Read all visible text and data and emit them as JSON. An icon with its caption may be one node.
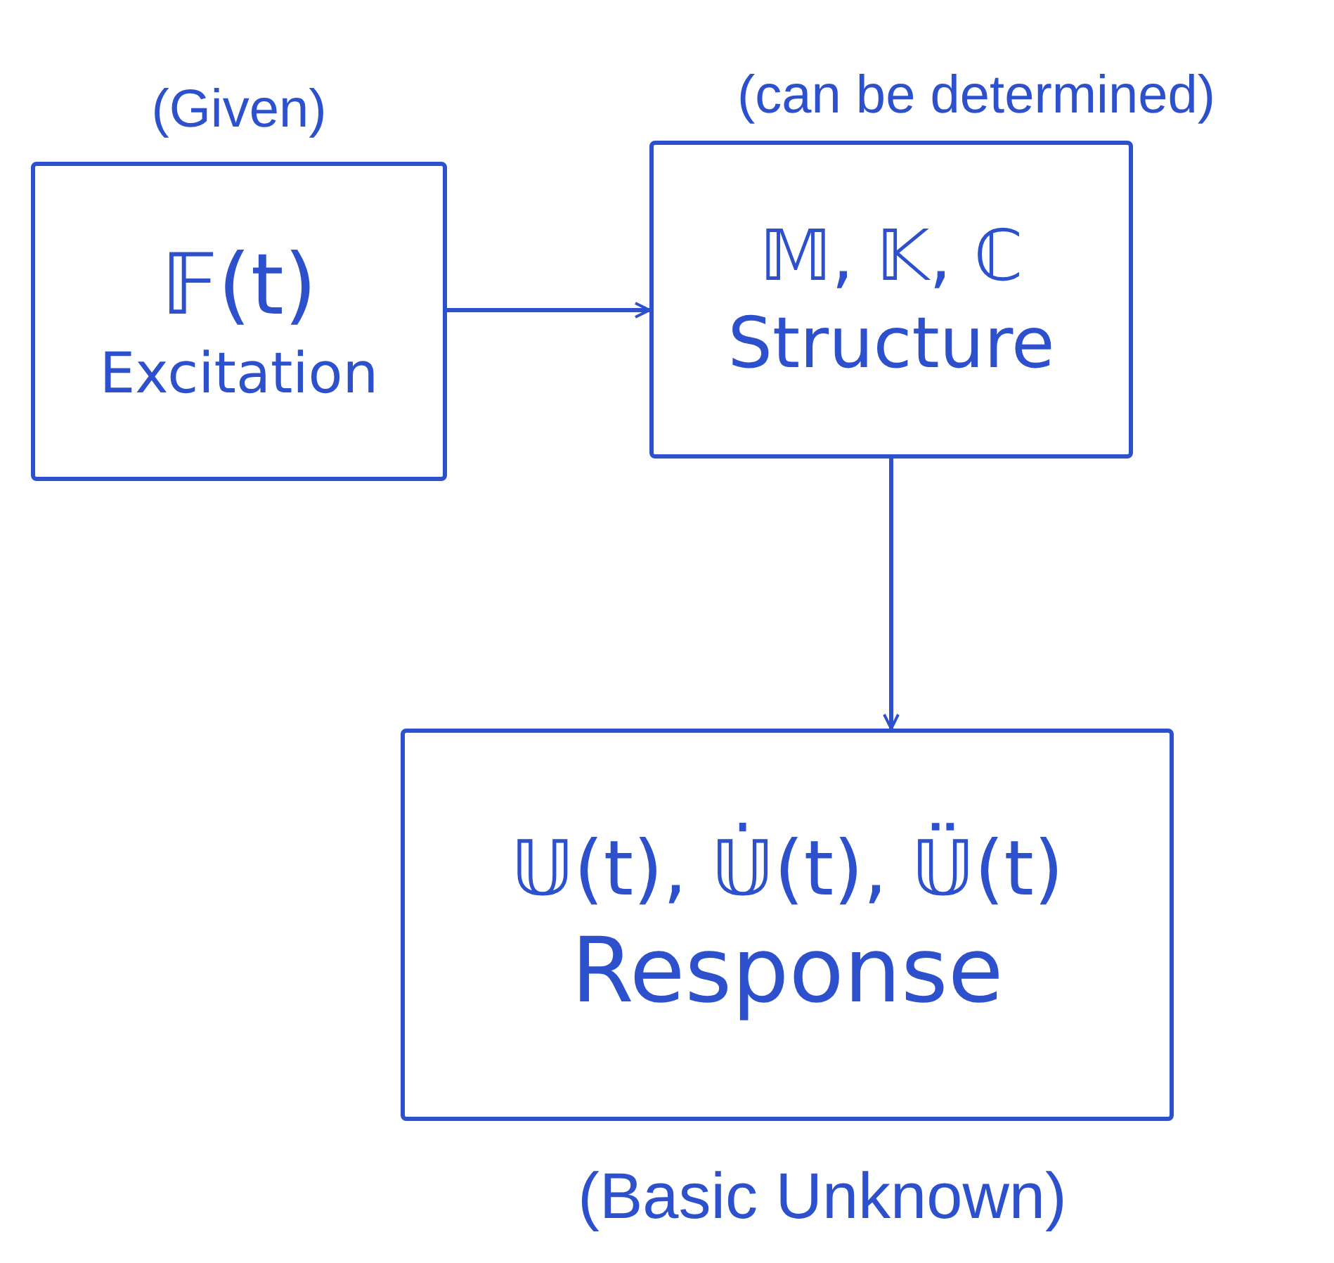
{
  "diagram": {
    "nodes": [
      {
        "text": [
          "𝔽(t)",
          "Excitation"
        ],
        "beside": [
          "(Given)"
        ]
      },
      {
        "text": [
          "𝕄, 𝕂, ℂ",
          "Structure"
        ],
        "beside": [
          "(can be determined)"
        ]
      },
      {
        "text": [
          "𝕌(t), 𝕌̇(t), 𝕌̈(t)",
          "Response"
        ],
        "beside": [
          "(Basic Unknown)"
        ]
      }
    ],
    "edges": [
      {
        "from": 0,
        "to": 1,
        "arrow": "to"
      },
      {
        "from": 1,
        "to": 2,
        "arrow": "to"
      }
    ]
  }
}
